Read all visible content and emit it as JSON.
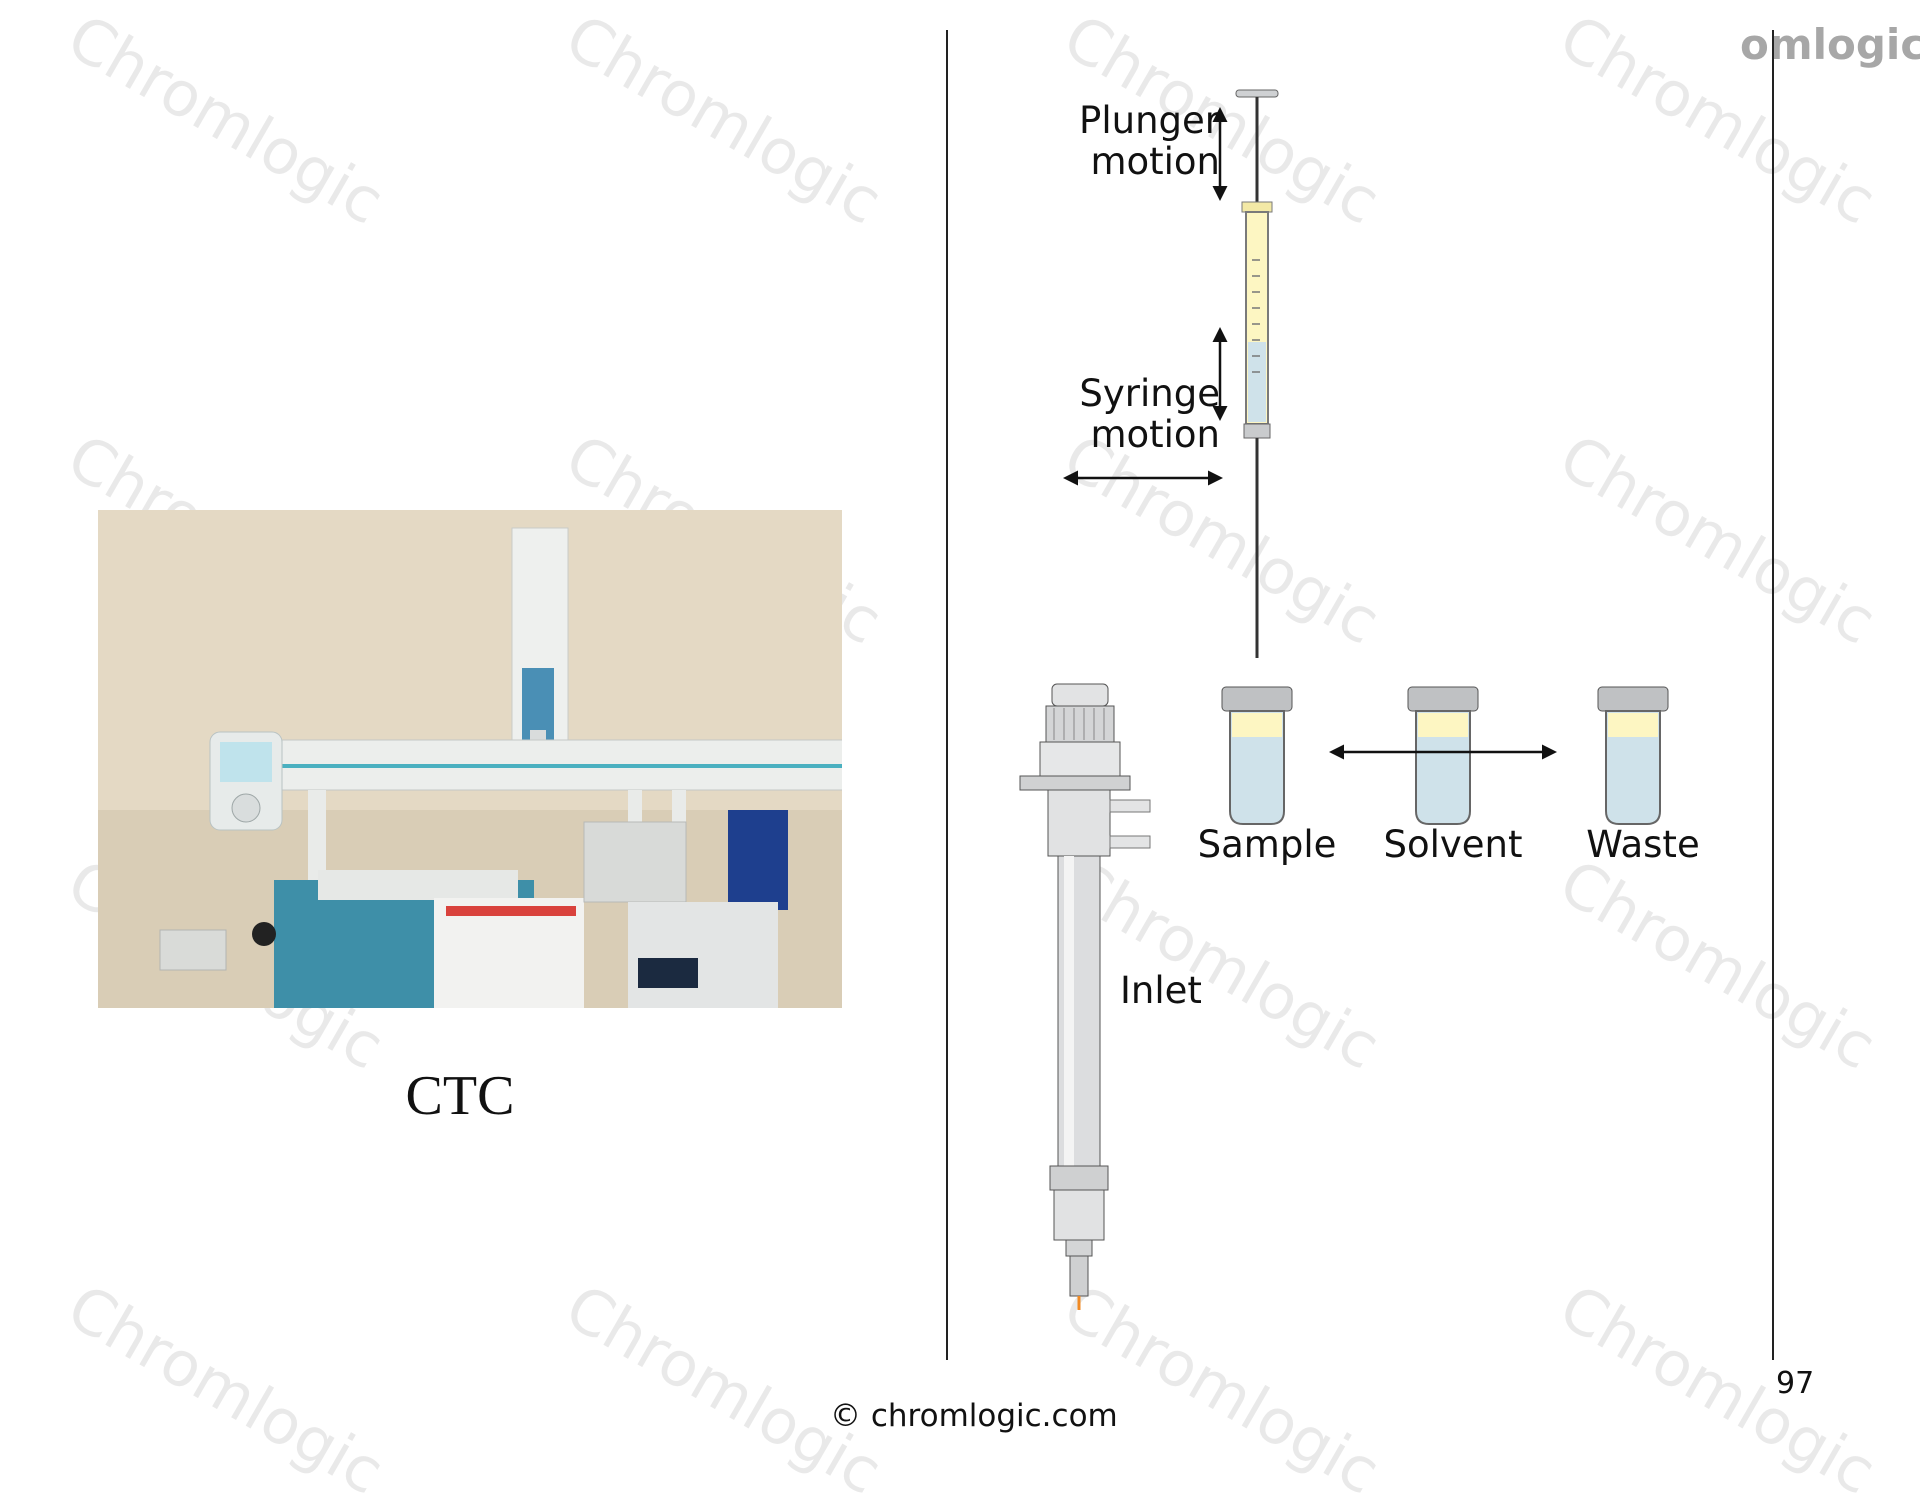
{
  "watermark_text": "Chromlogic",
  "photo": {
    "caption": "CTC"
  },
  "diagram": {
    "plunger_label": "Plunger motion",
    "syringe_label": "Syringe motion",
    "vials": [
      "Sample",
      "Solvent",
      "Waste"
    ],
    "inlet_label": "Inlet"
  },
  "footer": {
    "copyright": "© chromlogic.com",
    "page_number": "97"
  },
  "logo": {
    "text": "omlogic"
  },
  "colors": {
    "liquid_yellow": "#fdf6c2",
    "liquid_blue": "#cfe2ea",
    "cap_gray": "#bfc1c3",
    "needle_tip": "#f08a24"
  }
}
